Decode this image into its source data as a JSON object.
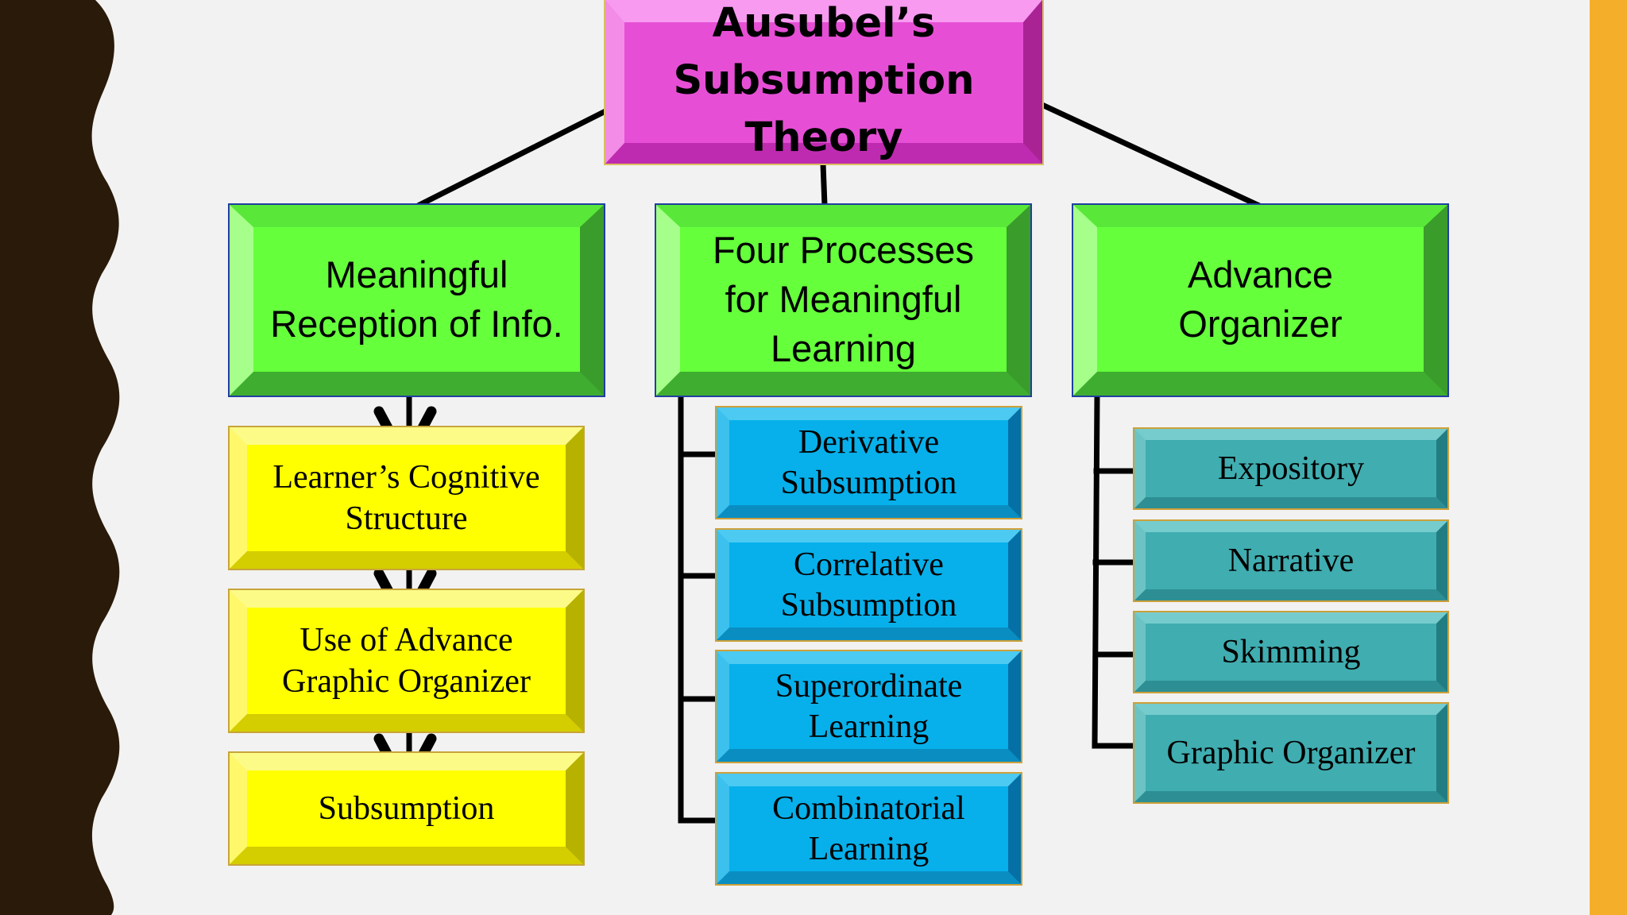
{
  "colors": {
    "title_fill": "#e64fd5",
    "green_fill": "#66ff3c",
    "yellow_fill": "#ffff00",
    "blue_fill": "#07b0ea",
    "teal_fill": "#40adb0",
    "left_wave": "#2a1a0a",
    "right_bar": "#f5ae2a"
  },
  "diagram": {
    "title": "Ausubel’s Subsumption Theory",
    "branches": [
      {
        "label": "Meaningful Reception of Info.",
        "steps": [
          "Learner’s Cognitive Structure",
          "Use of Advance Graphic Organizer",
          "Subsumption"
        ]
      },
      {
        "label": "Four Processes for Meaningful Learning",
        "items": [
          "Derivative Subsumption",
          "Correlative Subsumption",
          "Superordinate Learning",
          "Combinatorial Learning"
        ]
      },
      {
        "label": "Advance Organizer",
        "items": [
          "Expository",
          "Narrative",
          "Skimming",
          "Graphic Organizer"
        ]
      }
    ]
  }
}
